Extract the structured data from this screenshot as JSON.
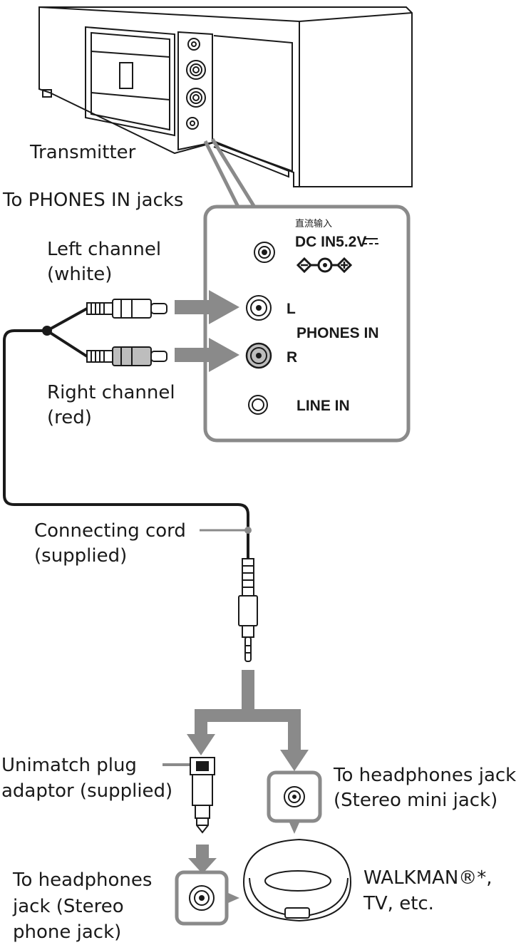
{
  "labels": {
    "transmitter": "Transmitter",
    "to_phones_in": "To PHONES IN jacks",
    "left_channel_1": "Left channel",
    "left_channel_2": "(white)",
    "right_channel_1": "Right channel",
    "right_channel_2": "(red)",
    "connecting_cord_1": "Connecting cord",
    "connecting_cord_2": "(supplied)",
    "unimatch_1": "Unimatch plug",
    "unimatch_2": "adaptor (supplied)",
    "to_headphones_mini_1": "To headphones jack",
    "to_headphones_mini_2": "(Stereo mini jack)",
    "to_headphones_phone_1": "To headphones",
    "to_headphones_phone_2": "jack (Stereo",
    "to_headphones_phone_3": "phone jack)",
    "walkman_1": "WALKMAN®*,",
    "walkman_2": "TV, etc."
  },
  "panel": {
    "dc_cn": "直流输入",
    "dc_in": "DC IN5.2V",
    "jack_l": "L",
    "jack_r": "R",
    "phones_in": "PHONES IN",
    "line_in": "LINE IN"
  },
  "colors": {
    "arrow_grey": "#8a8a8a",
    "line_black": "#1a1a1a"
  }
}
